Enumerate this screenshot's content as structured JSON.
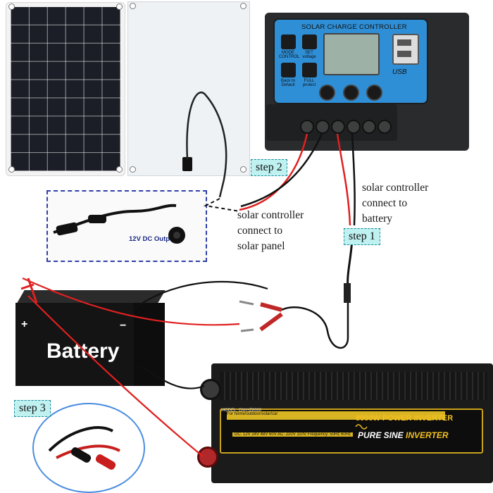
{
  "steps": {
    "step1": "step 1",
    "step2": "step 2",
    "step3": "step 3"
  },
  "notes": {
    "battery_connect": [
      "solar controller",
      "connect to",
      "battery"
    ],
    "panel_connect": [
      "solar controller",
      "connect to",
      "solar panel"
    ]
  },
  "controller": {
    "title": "SOLAR CHARGE CONTROLLER",
    "usb_label": "USB",
    "icons": [
      {
        "name": "mode-icon",
        "label": "MODE CONTROL"
      },
      {
        "name": "set-voltage-icon",
        "label": "SET voltage"
      },
      {
        "name": "back-to-default-icon",
        "label": "Back to Default"
      },
      {
        "name": "full-protect-icon",
        "label": "FULL protect"
      }
    ]
  },
  "inset": {
    "output_label": "12V DC Output"
  },
  "battery": {
    "label": "Battery",
    "plus": "+",
    "minus": "−"
  },
  "inverter": {
    "model": "MODEL: CM-HZ8000",
    "line1": "For home/outdoor/solar/car",
    "specs": "DC: 12V  24V  48V  60V  AC:  220V  110V  Frequency:  50Hz  60Hz",
    "watt": "8000W",
    "power": "POWER INVERTER",
    "pure_sine": "PURE SINE",
    "inverter_word": "INVERTER"
  },
  "colors": {
    "step_box_bg": "#bff1f1",
    "controller_face": "#2f8fd6",
    "red_wire": "#e02020",
    "black_wire": "#111111",
    "inset_border": "#2f3fa8",
    "clamp_circle": "#4a8de0",
    "inverter_gold": "#d9b422"
  }
}
